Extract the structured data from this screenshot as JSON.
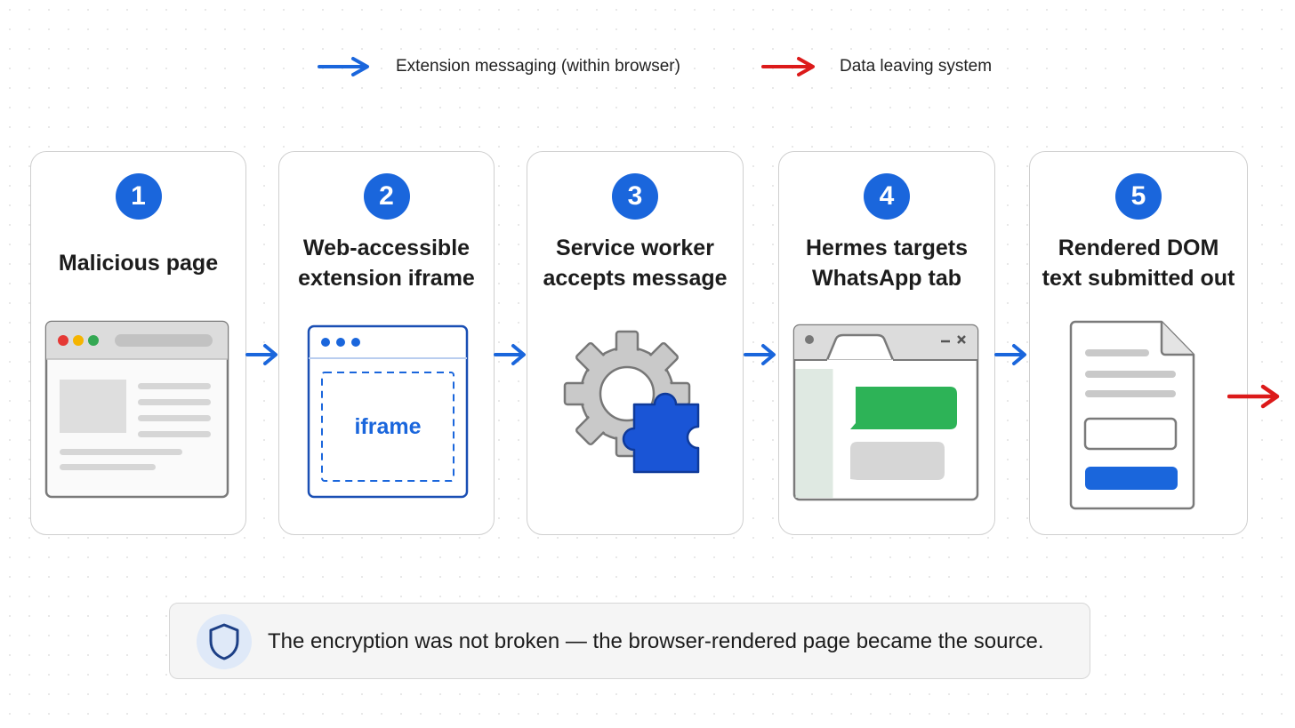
{
  "legend": {
    "internal": {
      "label": "Extension messaging (within browser)",
      "color": "#1a66dc"
    },
    "external": {
      "label": "Data leaving system",
      "color": "#dc1a1a"
    }
  },
  "steps": [
    {
      "number": "1",
      "title": "Malicious page",
      "icon": "browser-window-icon"
    },
    {
      "number": "2",
      "title": "Web-accessible\nextension iframe",
      "icon": "iframe-window-icon",
      "iframe_label": "iframe"
    },
    {
      "number": "3",
      "title": "Service worker\naccepts message",
      "icon": "gear-puzzle-icon"
    },
    {
      "number": "4",
      "title": "Hermes targets\nWhatsApp tab",
      "icon": "chat-window-icon"
    },
    {
      "number": "5",
      "title": "Rendered DOM\ntext submitted out",
      "icon": "form-document-icon"
    }
  ],
  "note": {
    "icon": "shield-icon",
    "text": "The encryption was not broken — the browser-rendered page became the source."
  },
  "colors": {
    "accent_blue": "#1a66dc",
    "exfil_red": "#dc1a1a",
    "chat_green": "#2db357"
  }
}
